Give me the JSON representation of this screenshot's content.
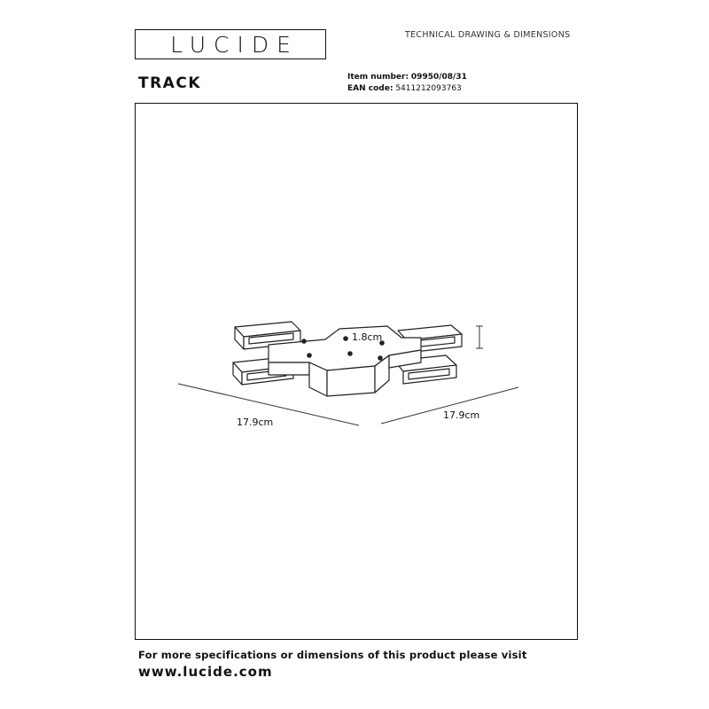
{
  "header": {
    "logo": "LUCIDE",
    "doc_label": "TECHNICAL DRAWING & DIMENSIONS"
  },
  "product": {
    "title": "TRACK",
    "item_label": "Item number:",
    "item_number": "09950/08/31",
    "ean_label": "EAN code:",
    "ean": "5411212093763"
  },
  "drawing": {
    "height_dim": "1.8cm",
    "left_dim": "17.9cm",
    "right_dim": "17.9cm"
  },
  "footer": {
    "note": "For more specifications or dimensions of this product please visit",
    "url": "www.lucide.com"
  }
}
